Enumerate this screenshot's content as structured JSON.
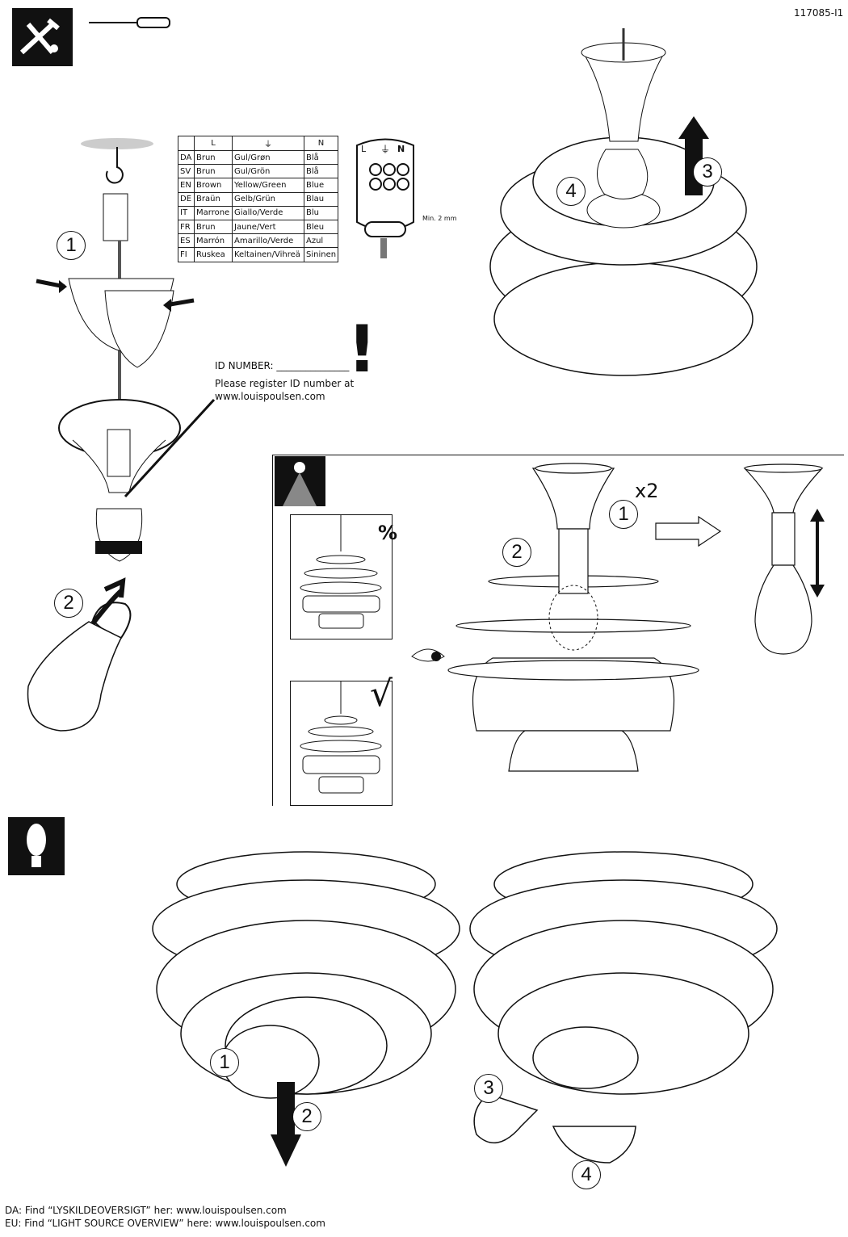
{
  "document_id": "117085-I1",
  "wiring_table": {
    "headers": [
      "",
      "L",
      "⏚",
      "N"
    ],
    "rows": [
      [
        "DA",
        "Brun",
        "Gul/Grøn",
        "Blå"
      ],
      [
        "SV",
        "Brun",
        "Gul/Grön",
        "Blå"
      ],
      [
        "EN",
        "Brown",
        "Yellow/Green",
        "Blue"
      ],
      [
        "DE",
        "Braün",
        "Gelb/Grün",
        "Blau"
      ],
      [
        "IT",
        "Marrone",
        "Giallo/Verde",
        "Blu"
      ],
      [
        "FR",
        "Brun",
        "Jaune/Vert",
        "Bleu"
      ],
      [
        "ES",
        "Marrón",
        "Amarillo/Verde",
        "Azul"
      ],
      [
        "FI",
        "Ruskea",
        "Keltainen/Vihreä",
        "Sininen"
      ]
    ]
  },
  "terminal": {
    "label_l": "L",
    "label_n": "N",
    "min_label": "Min. 2 mm"
  },
  "registration": {
    "id_label": "ID NUMBER: _______________",
    "line1": "Please register ID number at",
    "line2": "www.louispoulsen.com",
    "warning": "!"
  },
  "steps": {
    "install": [
      "1",
      "2"
    ],
    "shade": [
      "3",
      "4"
    ],
    "adjust": [
      "1",
      "2"
    ],
    "adjust_multiplier": "x2",
    "bulb_left": [
      "1",
      "2"
    ],
    "bulb_right": [
      "3",
      "4"
    ]
  },
  "marks": {
    "wrong": "%",
    "right": "√"
  },
  "footer": {
    "da": "DA: Find “LYSKILDEOVERSIGT” her: www.louispoulsen.com",
    "eu": "EU: Find “LIGHT SOURCE OVERVIEW” here: www.louispoulsen.com"
  }
}
